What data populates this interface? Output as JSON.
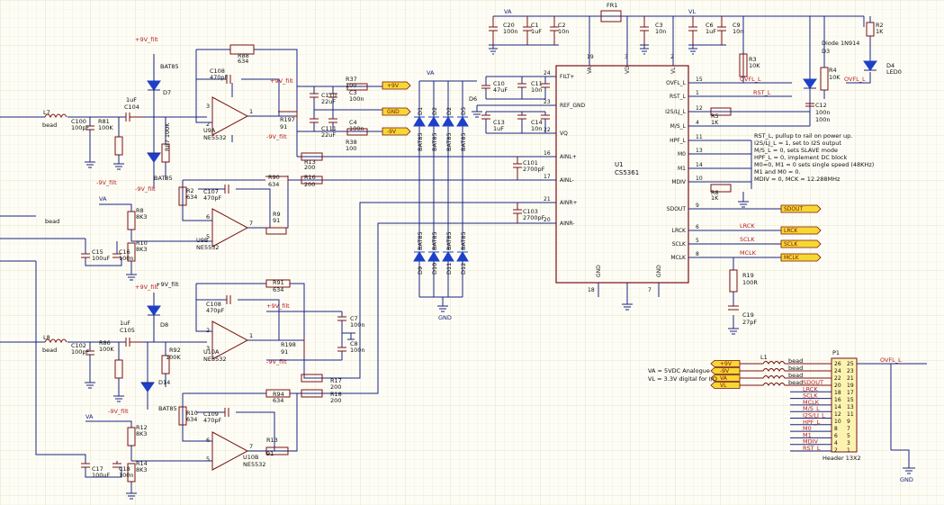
{
  "u1": {
    "ref": "U1",
    "part": "CS5361",
    "left_pins": [
      {
        "n": "24",
        "l": "FILT+"
      },
      {
        "n": "23",
        "l": "REF_GND"
      },
      {
        "n": "22",
        "l": "VQ"
      },
      {
        "n": "16",
        "l": "AINL+"
      },
      {
        "n": "17",
        "l": "AINL-"
      },
      {
        "n": "21",
        "l": "AINR+"
      },
      {
        "n": "20",
        "l": "AINR-"
      }
    ],
    "right_pins": [
      {
        "n": "15",
        "l": "OVFL_L"
      },
      {
        "n": "1",
        "l": "RST_L"
      },
      {
        "n": "12",
        "l": "I2S/LJ_L"
      },
      {
        "n": "4",
        "l": "M/S_L"
      },
      {
        "n": "11",
        "l": "HPF_L"
      },
      {
        "n": "13",
        "l": "M0"
      },
      {
        "n": "14",
        "l": "M1"
      },
      {
        "n": "10",
        "l": "MDIV"
      },
      {
        "n": "9",
        "l": "SDOUT"
      },
      {
        "n": "6",
        "l": "LRCK"
      },
      {
        "n": "5",
        "l": "SCLK"
      },
      {
        "n": "8",
        "l": "MCLK"
      }
    ],
    "top_pins": [
      {
        "n": "19",
        "l": "VA"
      },
      {
        "n": "3",
        "l": "VD"
      },
      {
        "n": "2",
        "l": "VL"
      }
    ],
    "bottom_pins": [
      {
        "n": "18",
        "l": "GND"
      },
      {
        "n": "7",
        "l": "GND"
      }
    ]
  },
  "notes": [
    "RST_L, pullup to rail on power up.",
    "I2S/LJ_L = 1, set to I2S output",
    "M/S_L = 0, sets SLAVE mode",
    "HPF_L = 0, implement DC block",
    "M0=0, M1 = 0 sets single speed (48KHz)",
    "M1 and M0 = 0.",
    "MDIV = 0, MCK = 12.288MHz"
  ],
  "supply_note": [
    "VA = 5VDC Analogue",
    "VL = 3.3V digital for I/O"
  ],
  "rails": {
    "va": "VA",
    "vl": "VL",
    "pos9": "+9V_filt",
    "neg9": "-9V_filt",
    "gnd": "GND"
  },
  "out_flags": [
    "SDOUT",
    "LRCK",
    "SCLK",
    "MCLK"
  ],
  "power_flags": [
    "+9V",
    "GND",
    "-9V"
  ],
  "header": {
    "ref": "P1",
    "part": "Header 13X2",
    "rows": [
      {
        "a": "24",
        "b": "23"
      },
      {
        "a": "22",
        "b": "21"
      },
      {
        "a": "20",
        "b": "19"
      },
      {
        "a": "18",
        "b": "17"
      },
      {
        "a": "16",
        "b": "15"
      },
      {
        "a": "14",
        "b": "13"
      },
      {
        "a": "12",
        "b": "11"
      },
      {
        "a": "10",
        "b": "9"
      },
      {
        "a": "8",
        "b": "7"
      },
      {
        "a": "6",
        "b": "5"
      },
      {
        "a": "4",
        "b": "3"
      },
      {
        "a": "2",
        "b": "1"
      }
    ],
    "top_pins": {
      "a": "26",
      "b": "25"
    },
    "net_labels": [
      "SDOUT",
      "LRCK",
      "SCLK",
      "MCLK",
      "M/S_L",
      "I2S/LJ_L",
      "HPF_L",
      "M0",
      "M1",
      "MDIV",
      "RST_L"
    ],
    "ovfl": "OVFL_L"
  },
  "supply_inputs": [
    {
      "flag": "+9V",
      "l": "L1",
      "v": "bead"
    },
    {
      "flag": "-9V",
      "l": "L",
      "v": "bead"
    },
    {
      "flag": "VA",
      "l": "",
      "v": "bead"
    },
    {
      "flag": "VL",
      "l": "",
      "v": "bead"
    }
  ],
  "opamps": [
    {
      "ref": "U9A",
      "part": "NE5532"
    },
    {
      "ref": "U9B",
      "part": "NE5532"
    },
    {
      "ref": "U10A",
      "part": "NE5532"
    },
    {
      "ref": "U10B",
      "part": "NE5532"
    }
  ],
  "diode_part": "BAT85",
  "diode_refs_mid": [
    "D1",
    "D2",
    "D5"
  ],
  "diode_refs_bot": [
    "D9",
    "D10",
    "D11",
    "D12"
  ],
  "misc": {
    "d3": "Diode 1N914",
    "d3ref": "D3",
    "d4": "D4",
    "led": "LED0",
    "fr1": "FR1",
    "bead": "bead"
  }
}
